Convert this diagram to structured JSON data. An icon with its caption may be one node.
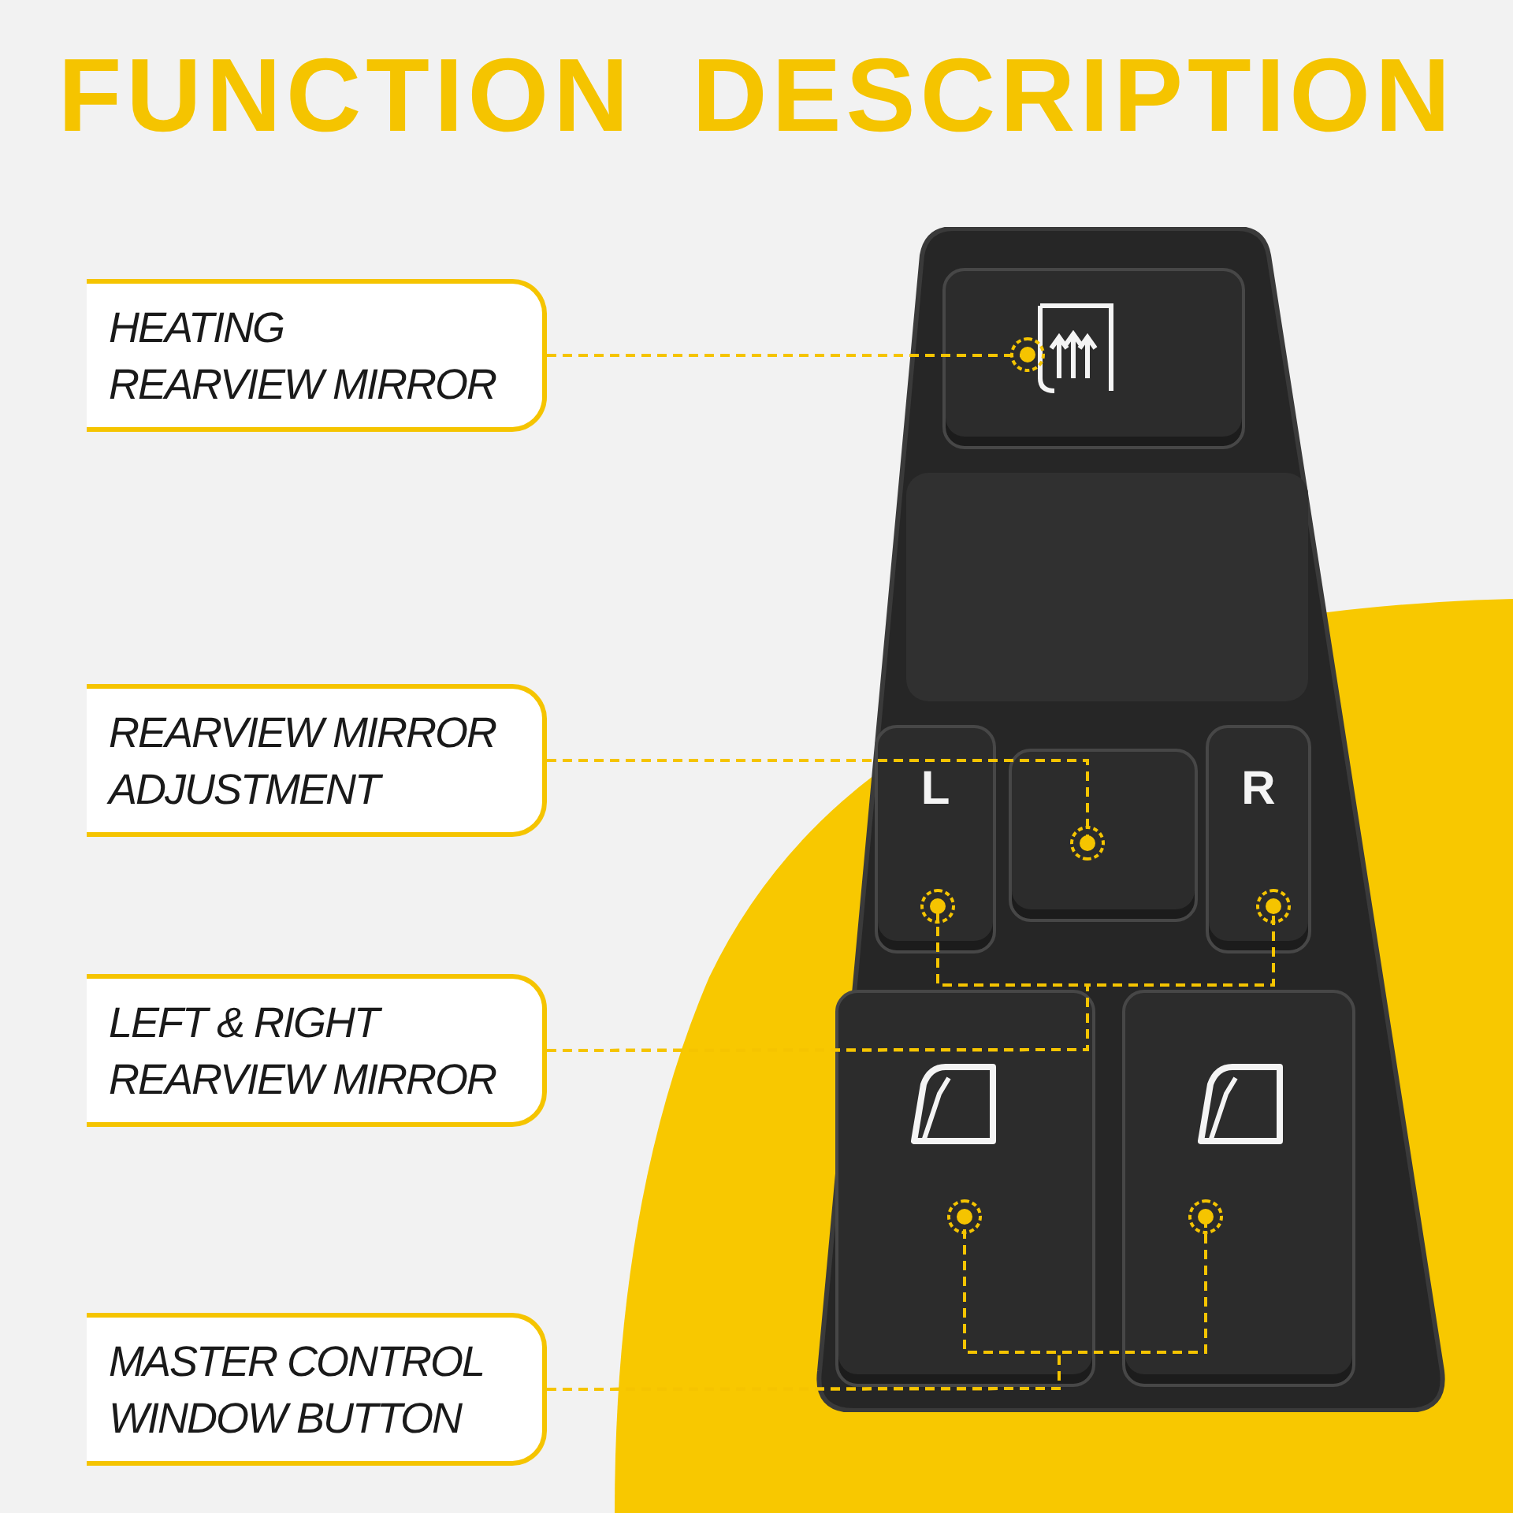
{
  "diagram": {
    "title": "FUNCTION DESCRIPTION",
    "nodes": [
      {
        "text": [
          "HEATING REARVIEW MIRROR"
        ]
      },
      {
        "text": [],
        "shape": "picture"
      },
      {
        "text": [],
        "shape": "box",
        "in": 1
      },
      {
        "text": [
          "REARVIEW MIRROR ADJUSTMENT"
        ]
      },
      {
        "text": [
          "L"
        ],
        "in": 1
      },
      {
        "text": [],
        "shape": "box",
        "in": 1
      },
      {
        "text": [
          "R"
        ],
        "in": 1
      },
      {
        "text": [
          "LEFT & RIGHT REARVIEW MIRROR"
        ]
      },
      {
        "text": [
          "MASTER CONTROL WINDOW BUTTON"
        ]
      },
      {
        "text": [],
        "shape": "box",
        "in": 1
      },
      {
        "text": [],
        "shape": "box",
        "in": 1
      }
    ],
    "edges": [
      {
        "from": 0,
        "to": 2,
        "arrow": "other",
        "style": "dashed"
      },
      {
        "from": 3,
        "to": 5,
        "arrow": "other",
        "style": "dashed"
      },
      {
        "from": 7,
        "to": 4,
        "arrow": "other",
        "style": "dashed"
      },
      {
        "from": 7,
        "to": 6,
        "arrow": "other",
        "style": "dashed"
      },
      {
        "from": 8,
        "to": 9,
        "arrow": "other",
        "style": "dashed"
      },
      {
        "from": 8,
        "to": 10,
        "arrow": "other",
        "style": "dashed"
      }
    ]
  }
}
